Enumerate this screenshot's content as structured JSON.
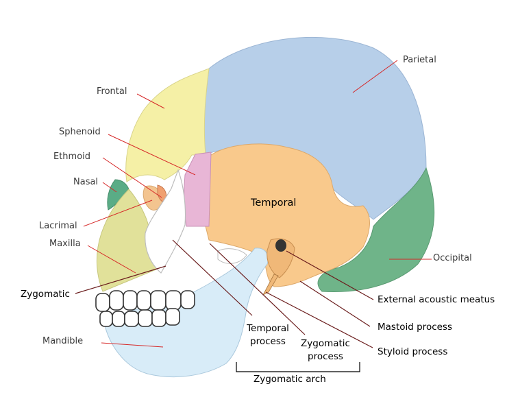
{
  "labels": {
    "parietal": "Parietal",
    "frontal": "Frontal",
    "sphenoid": "Sphenoid",
    "ethmoid": "Ethmoid",
    "nasal": "Nasal",
    "lacrimal": "Lacrimal",
    "maxilla": "Maxilla",
    "zygomatic": "Zygomatic",
    "mandible": "Mandible",
    "temporal": "Temporal",
    "occipital": "Occipital",
    "external_acoustic_meatus": "External acoustic meatus",
    "mastoid_process": "Mastoid process",
    "styloid_process": "Styloid process",
    "temporal_process": "Temporal process",
    "zygomatic_process": "Zygomatic process",
    "zygomatic_arch": "Zygomatic arch"
  },
  "colors": {
    "parietal": "#b7cfe9",
    "frontal": "#f5f0a6",
    "sphenoid": "#e8b6d6",
    "temporal": "#f9c98c",
    "occipital": "#6fb489",
    "maxilla": "#e1e19a",
    "mandible": "#d8ecf8",
    "zygomatic": "#ffffff",
    "nasal": "#5aac86",
    "lacrimal": "#f3c48f",
    "ethmoid": "#f0a070",
    "leader_line_red": "#d62828",
    "leader_line_dark": "#6b1d1d"
  }
}
